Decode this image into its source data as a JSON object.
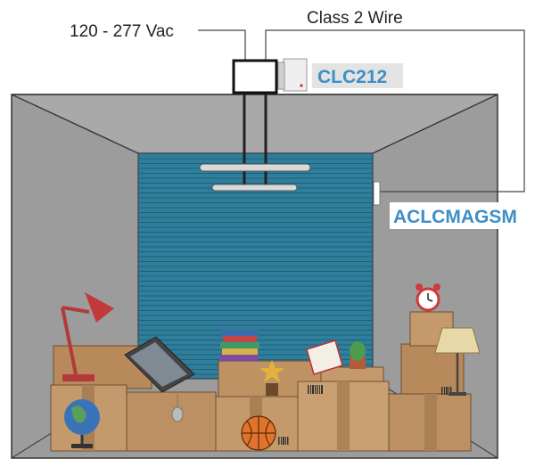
{
  "labels": {
    "voltage": "120 - 277 Vac",
    "wire": "Class 2 Wire",
    "controller": "CLC212",
    "sensor": "ACLCMAGSM"
  },
  "colors": {
    "wall": "#9c9c9c",
    "ceiling": "#a6a6a6",
    "door": "#2f7f9c",
    "label_blue": "#3d8fc6",
    "label_bg": "#e3e3e3",
    "box": "#c49a6c",
    "box_dark": "#a97f55"
  },
  "icons": [
    "controller-box-icon",
    "sensor-device-icon",
    "ceiling-light-icon",
    "magnetic-sensor-icon",
    "desk-lamp-icon",
    "laptop-icon",
    "globe-icon",
    "basketball-icon",
    "alarm-clock-icon",
    "floor-lamp-icon",
    "trophy-icon",
    "cactus-icon",
    "books-icon",
    "mouse-icon"
  ]
}
